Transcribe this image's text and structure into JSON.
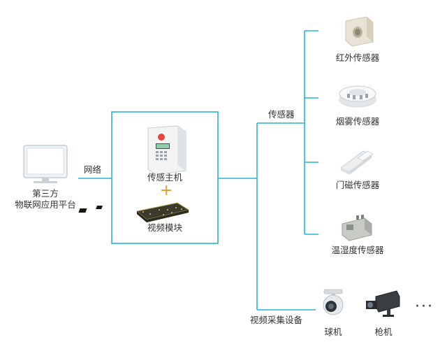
{
  "platform": {
    "line1": "第三方",
    "line2": "物联网应用平台"
  },
  "network_label": "网络",
  "host": {
    "label": "传感主机",
    "plus": "+",
    "module_label": "视频模块"
  },
  "sensor_branch_label": "传感器",
  "sensors": [
    {
      "label": "红外传感器",
      "icon": "infrared-sensor-icon"
    },
    {
      "label": "烟雾传感器",
      "icon": "smoke-sensor-icon"
    },
    {
      "label": "门磁传感器",
      "icon": "door-magnet-sensor-icon"
    },
    {
      "label": "温湿度传感器",
      "icon": "temp-humidity-sensor-icon"
    }
  ],
  "video_branch_label": "视频采集设备",
  "cameras": [
    {
      "label": "球机",
      "icon": "dome-camera-icon"
    },
    {
      "label": "枪机",
      "icon": "bullet-camera-icon"
    }
  ],
  "more": "···",
  "colors": {
    "line": "#29b3d6",
    "plus": "#e09a2a"
  }
}
